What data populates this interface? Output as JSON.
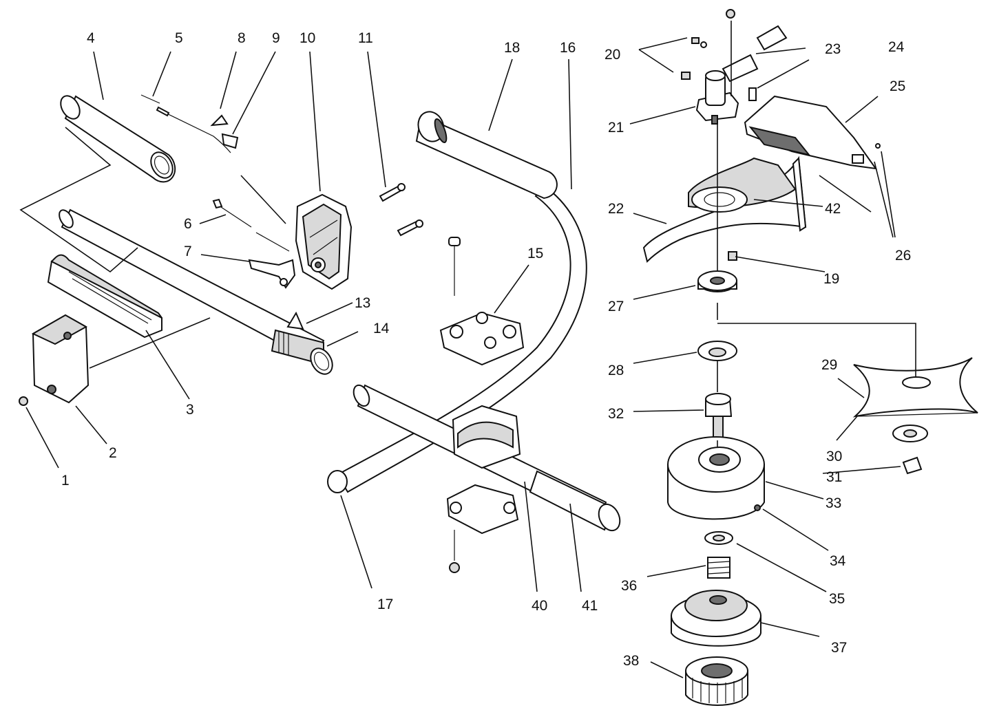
{
  "diagram": {
    "callouts": [
      "1",
      "2",
      "3",
      "4",
      "5",
      "6",
      "7",
      "8",
      "9",
      "10",
      "11",
      "13",
      "14",
      "15",
      "16",
      "17",
      "18",
      "19",
      "20",
      "21",
      "22",
      "23",
      "24",
      "25",
      "26",
      "27",
      "28",
      "29",
      "30",
      "31",
      "32",
      "33",
      "34",
      "35",
      "36",
      "37",
      "38",
      "40",
      "41",
      "42"
    ]
  }
}
